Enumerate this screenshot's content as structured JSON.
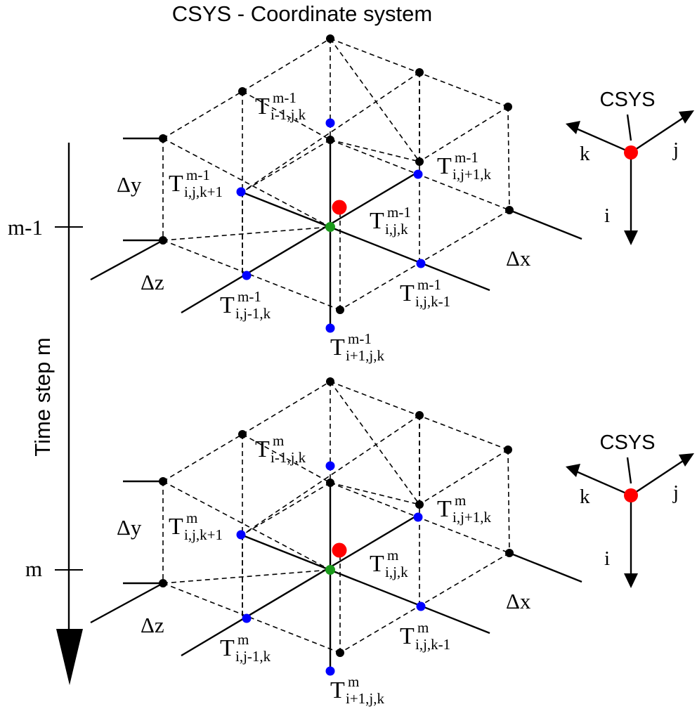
{
  "title": "CSYS - Coordinate system",
  "time_axis_label": "Time step m",
  "colors": {
    "center_point": "#ff0000",
    "origin_point": "#1a9a1a",
    "neighbor_point": "#0000ff",
    "grid_corner": "#000000",
    "lines": "#000000"
  },
  "panels": [
    {
      "step_marker": "m-1",
      "csys": {
        "label": "CSYS",
        "k": "k",
        "j": "j",
        "i": "i"
      },
      "dx": "Δx",
      "dy": "Δy",
      "dz": "Δz",
      "nodes": {
        "up": {
          "sym": "T",
          "sup": "m-1",
          "sub": "i-1,j,k"
        },
        "right": {
          "sym": "T",
          "sup": "m-1",
          "sub": "i,j+1,k"
        },
        "left": {
          "sym": "T",
          "sup": "m-1",
          "sub": "i,j,k+1"
        },
        "center": {
          "sym": "T",
          "sup": "m-1",
          "sub": "i,j,k"
        },
        "lowright": {
          "sym": "T",
          "sup": "m-1",
          "sub": "i,j,k-1"
        },
        "lowleft": {
          "sym": "T",
          "sup": "m-1",
          "sub": "i,j-1,k"
        },
        "down": {
          "sym": "T",
          "sup": "m-1",
          "sub": "i+1,j,k"
        }
      }
    },
    {
      "step_marker": "m",
      "csys": {
        "label": "CSYS",
        "k": "k",
        "j": "j",
        "i": "i"
      },
      "dx": "Δx",
      "dy": "Δy",
      "dz": "Δz",
      "nodes": {
        "up": {
          "sym": "T",
          "sup": "m",
          "sub": "i-1,j,k"
        },
        "right": {
          "sym": "T",
          "sup": "m",
          "sub": "i,j+1,k"
        },
        "left": {
          "sym": "T",
          "sup": "m",
          "sub": "i,j,k+1"
        },
        "center": {
          "sym": "T",
          "sup": "m",
          "sub": "i,j,k"
        },
        "lowright": {
          "sym": "T",
          "sup": "m",
          "sub": "i,j,k-1"
        },
        "lowleft": {
          "sym": "T",
          "sup": "m",
          "sub": "i,j-1,k"
        },
        "down": {
          "sym": "T",
          "sup": "m",
          "sub": "i+1,j,k"
        }
      }
    }
  ]
}
